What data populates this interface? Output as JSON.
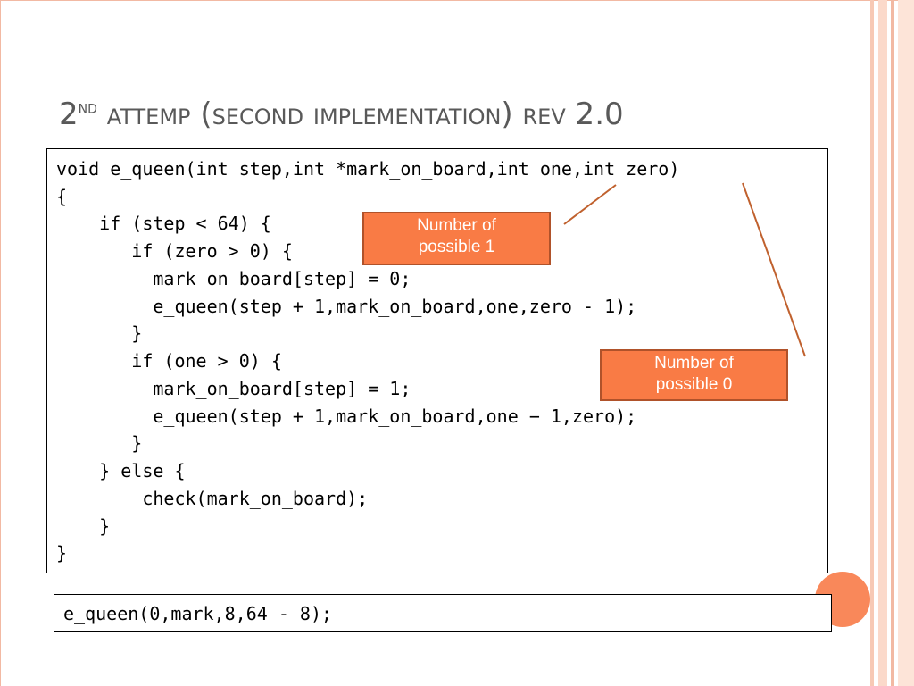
{
  "slide": {
    "title_main": "2",
    "title_sup": "nd",
    "title_rest": " attemp (second implementation) rev 2.0"
  },
  "code": {
    "lines": [
      "void e_queen(int step,int *mark_on_board,int one,int zero)",
      "{",
      "    if (step < 64) {",
      "       if (zero > 0) {",
      "         mark_on_board[step] = 0;",
      "         e_queen(step + 1,mark_on_board,one,zero - 1);",
      "       }",
      "       if (one > 0) {",
      "         mark_on_board[step] = 1;",
      "         e_queen(step + 1,mark_on_board,one − 1,zero);",
      "       }",
      "    } else {",
      "        check(mark_on_board);",
      "    }",
      "}"
    ]
  },
  "call": {
    "text": "e_queen(0,mark,8,64 - 8);"
  },
  "callouts": {
    "ones": {
      "line1": "Number of",
      "line2": "possible 1"
    },
    "zeros": {
      "line1": "Number of",
      "line2": "possible 0"
    }
  },
  "colors": {
    "accent": "#f97b45",
    "accent_border": "#b0522a",
    "connector": "#c0612e",
    "stripe_light": "#fbd9ca",
    "stripe_dark": "#f2b9a3"
  }
}
